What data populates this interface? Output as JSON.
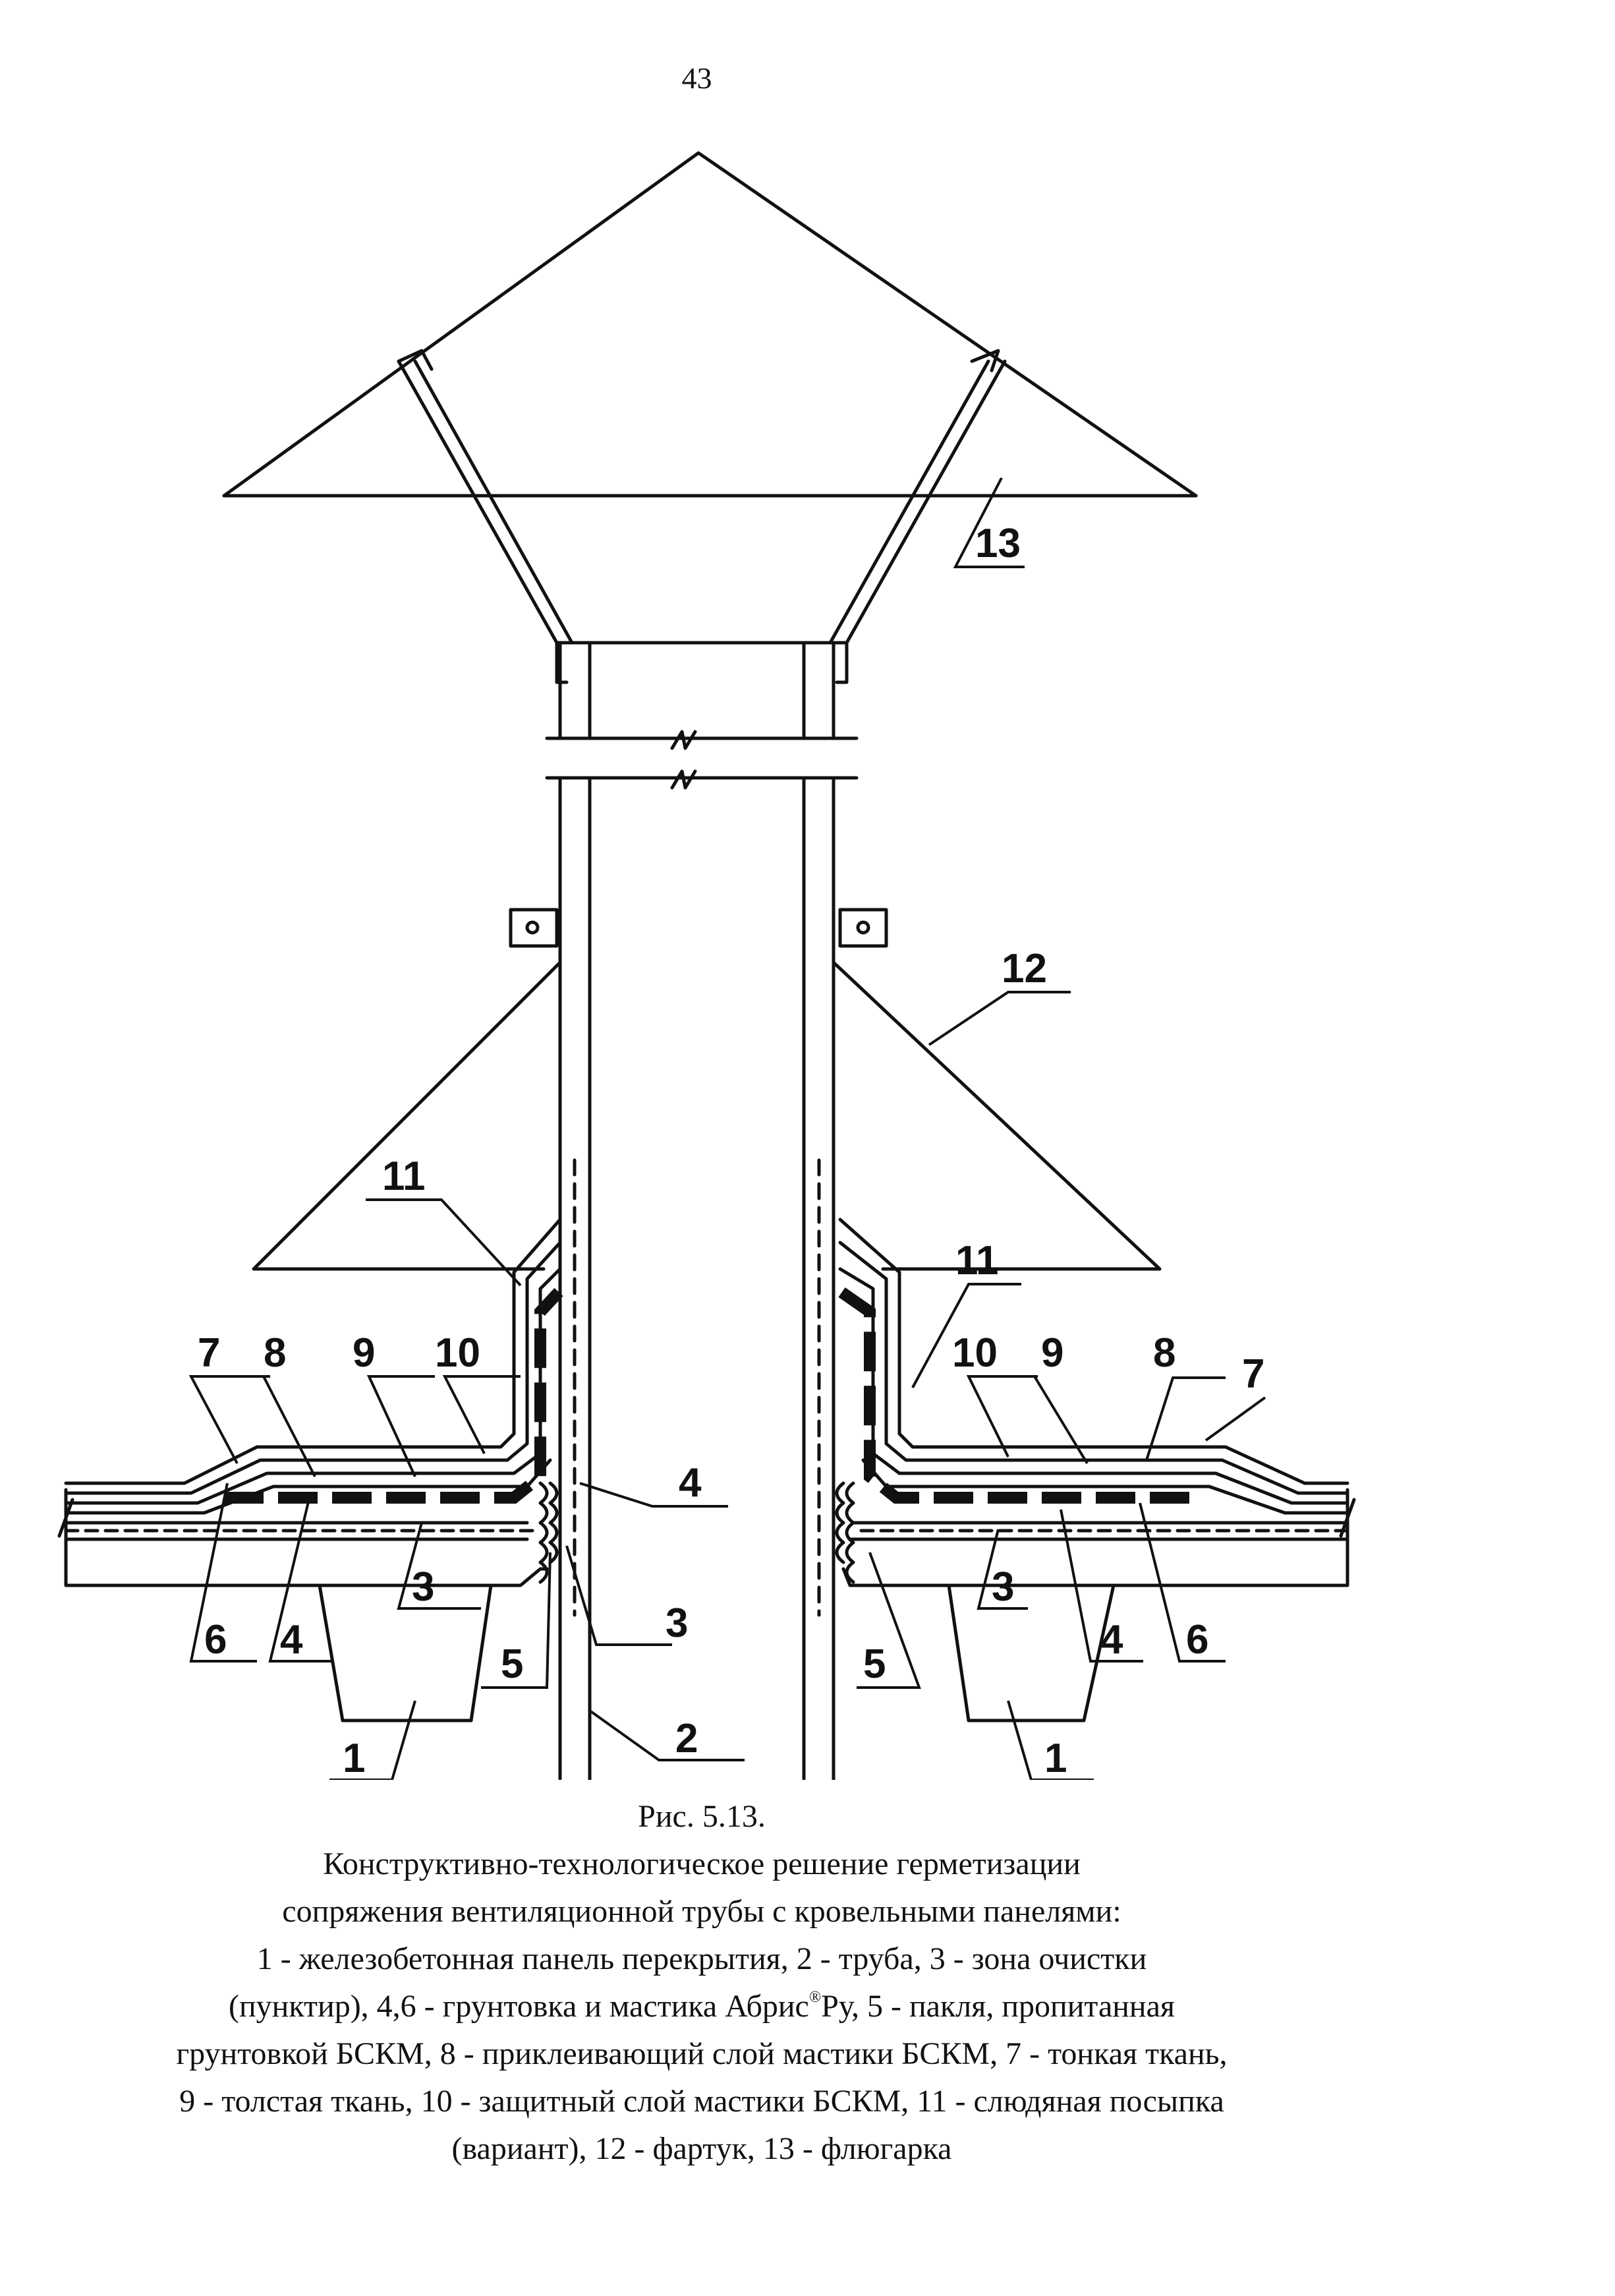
{
  "page": {
    "number": "43"
  },
  "callouts": {
    "n1": "1",
    "n2": "2",
    "n3": "3",
    "n4": "4",
    "n5": "5",
    "n6": "6",
    "n7": "7",
    "n8": "8",
    "n9": "9",
    "n10": "10",
    "n11": "11",
    "n12": "12",
    "n13": "13"
  },
  "caption": {
    "figure": "Рис. 5.13.",
    "line1": "Конструктивно-технологическое решение герметизации",
    "line2": "сопряжения вентиляционной трубы с кровельными панелями:",
    "line3": "1 - железобетонная панель перекрытия, 2 - труба, 3 - зона очистки",
    "line4_pre": "(пунктир), 4,6 - грунтовка и мастика Абрис",
    "line4_mark": "®",
    "line4_post": "Ру, 5 - пакля, пропитанная",
    "line5": "грунтовкой БСКМ, 8 - приклеивающий слой мастики БСКМ, 7 - тонкая ткань,",
    "line6": "9 - толстая ткань, 10 - защитный слой мастики БСКМ, 11 - слюдяная посыпка",
    "line7": "(вариант), 12 - фартук, 13 - флюгарка"
  }
}
